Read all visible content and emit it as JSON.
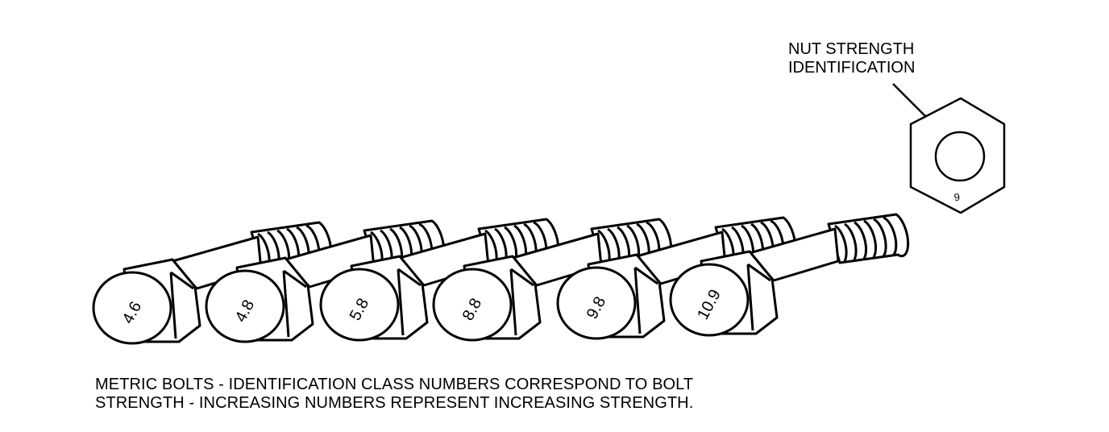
{
  "nut": {
    "label_line1": "NUT STRENGTH",
    "label_line2": "IDENTIFICATION",
    "mark": "9"
  },
  "bolts": [
    {
      "class": "4.6"
    },
    {
      "class": "4.8"
    },
    {
      "class": "5.8"
    },
    {
      "class": "8.8"
    },
    {
      "class": "9.8"
    },
    {
      "class": "10.9"
    }
  ],
  "caption": {
    "line1": "METRIC BOLTS - IDENTIFICATION CLASS NUMBERS CORRESPOND TO BOLT",
    "line2": "STRENGTH - INCREASING NUMBERS REPRESENT INCREASING STRENGTH."
  }
}
